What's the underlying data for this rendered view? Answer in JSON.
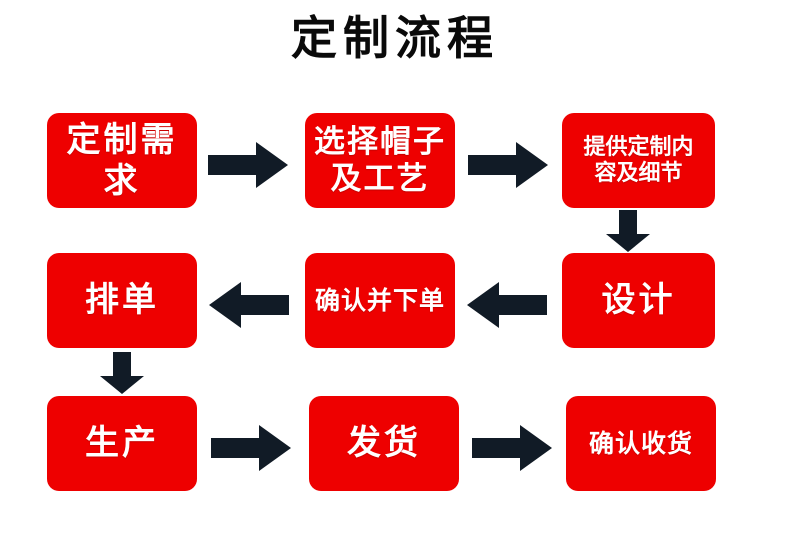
{
  "title": "定制流程",
  "colors": {
    "box_fill": "#ee0000",
    "box_text": "#ffffff",
    "arrow": "#111b26",
    "title_text": "#0a0a0a",
    "background": "#ffffff"
  },
  "nodes": [
    {
      "id": "custom-requirement",
      "label": "定制需求",
      "step": 1,
      "row": 1
    },
    {
      "id": "select-hat-craft",
      "label": "选择帽子\n及工艺",
      "step": 2,
      "row": 1
    },
    {
      "id": "provide-details",
      "label": "提供定制内\n容及细节",
      "step": 3,
      "row": 1
    },
    {
      "id": "design",
      "label": "设计",
      "step": 4,
      "row": 2
    },
    {
      "id": "confirm-order",
      "label": "确认并下单",
      "step": 5,
      "row": 2
    },
    {
      "id": "schedule-order",
      "label": "排单",
      "step": 6,
      "row": 2
    },
    {
      "id": "production",
      "label": "生产",
      "step": 7,
      "row": 3
    },
    {
      "id": "shipping",
      "label": "发货",
      "step": 8,
      "row": 3
    },
    {
      "id": "confirm-receipt",
      "label": "确认收货",
      "step": 9,
      "row": 3
    }
  ],
  "arrows": [
    {
      "id": "arrow-1",
      "from": "custom-requirement",
      "to": "select-hat-craft",
      "direction": "right"
    },
    {
      "id": "arrow-2",
      "from": "select-hat-craft",
      "to": "provide-details",
      "direction": "right"
    },
    {
      "id": "arrow-3",
      "from": "provide-details",
      "to": "design",
      "direction": "down"
    },
    {
      "id": "arrow-4",
      "from": "design",
      "to": "confirm-order",
      "direction": "left"
    },
    {
      "id": "arrow-5",
      "from": "confirm-order",
      "to": "schedule-order",
      "direction": "left"
    },
    {
      "id": "arrow-6",
      "from": "schedule-order",
      "to": "production",
      "direction": "down"
    },
    {
      "id": "arrow-7",
      "from": "production",
      "to": "shipping",
      "direction": "right"
    },
    {
      "id": "arrow-8",
      "from": "shipping",
      "to": "confirm-receipt",
      "direction": "right"
    }
  ]
}
